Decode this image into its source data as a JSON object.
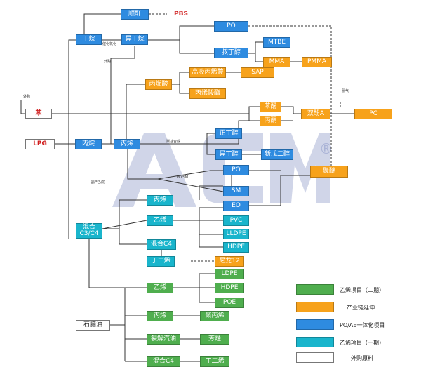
{
  "nodes": {
    "shunjian": "顺酐",
    "pbs": "PBS",
    "dingwan": "丁烷",
    "yidingwan": "异丁烷",
    "po_top": "PO",
    "shudingchun": "叔丁醇",
    "mtbe": "MTBE",
    "mma": "MMA",
    "pmma": "PMMA",
    "gaoxibing": "高吸丙烯酸",
    "sap": "SAP",
    "bingxisuan": "丙烯酸",
    "bingxisuanzhi": "丙烯酸酯",
    "ben": "苯",
    "benfen": "苯酚",
    "bingtong": "丙酮",
    "shuangfen": "双酚A",
    "pc": "PC",
    "lpg": "LPG",
    "bingwan": "丙烷",
    "bingxi": "丙烯",
    "zhengdingchun": "正丁醇",
    "yidingchun": "异丁醇",
    "xinwu": "新戊二醇",
    "po": "PO",
    "sm": "SM",
    "eo": "EO",
    "jumi": "聚醚",
    "bingxi2": "丙烯",
    "yixi": "乙烯",
    "pvc": "PVC",
    "lldpe": "LLDPE",
    "hdpe": "HDPE",
    "hunhe_c4": "混合C4",
    "dingerxi": "丁二烯",
    "nilong": "尼龙12",
    "hunhe": "混合\nC3/C4",
    "shinaoyou": "石脑油",
    "yixi2": "乙烯",
    "ldpe2": "LDPE",
    "hdpe2": "HDPE",
    "poe2": "POE",
    "bingxi3": "丙烯",
    "jubingxi": "聚丙烯",
    "liejie": "裂解汽油",
    "fangting": "芳烃",
    "hunhe_c4b": "混合C4",
    "dingerxi2": "丁二烯"
  },
  "labels": {
    "cuihua": "催化氧化",
    "waigou1": "外购",
    "waigou2": "外购",
    "qingqi": "氢气",
    "tanji": "羰基合成",
    "poSm": "PO/SM",
    "fuchan": "副产乙烷"
  },
  "legend": [
    {
      "text": "乙烯项目（二期）",
      "color": "#4fae4e"
    },
    {
      "text": "产业链延伸",
      "color": "#f7a21b"
    },
    {
      "text": "PO/AE一体化项目",
      "color": "#2e8be0"
    },
    {
      "text": "乙烯项目（一期）",
      "color": "#19b5cc"
    },
    {
      "text": "外购原料",
      "color": "#ffffff"
    }
  ],
  "watermark": "ACM"
}
